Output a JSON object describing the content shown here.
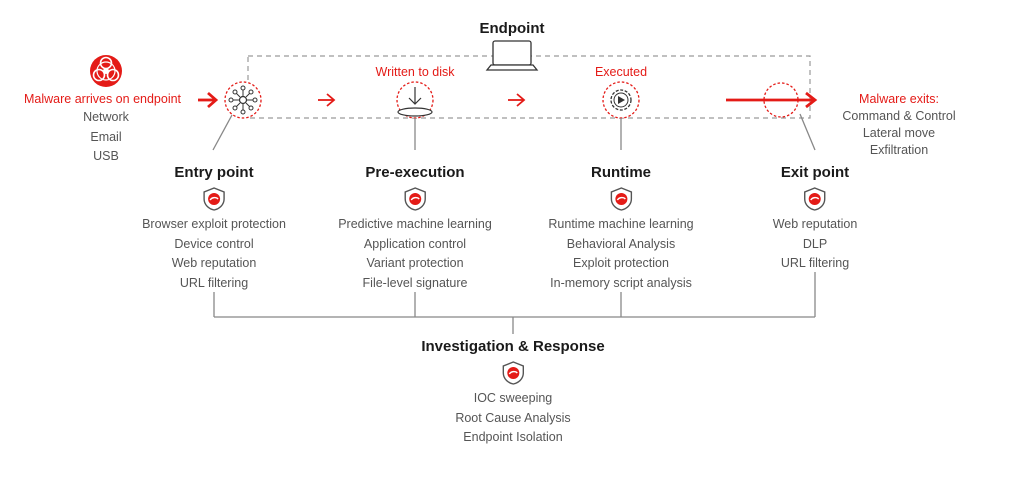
{
  "endpoint_label": "Endpoint",
  "entry": {
    "arrives": "Malware arrives on endpoint",
    "sources": [
      "Network",
      "Email",
      "USB"
    ]
  },
  "written_to_disk": "Written to disk",
  "executed": "Executed",
  "exit": {
    "title": "Malware exits:",
    "items": [
      "Command & Control",
      "Lateral move",
      "Exfiltration"
    ]
  },
  "stages": [
    {
      "title": "Entry point",
      "items": [
        "Browser exploit protection",
        "Device control",
        "Web reputation",
        "URL filtering"
      ]
    },
    {
      "title": "Pre-execution",
      "items": [
        "Predictive machine learning",
        "Application control",
        "Variant protection",
        "File-level signature"
      ]
    },
    {
      "title": "Runtime",
      "items": [
        "Runtime machine learning",
        "Behavioral Analysis",
        "Exploit protection",
        "In-memory script analysis"
      ]
    },
    {
      "title": "Exit point",
      "items": [
        "Web reputation",
        "DLP",
        "URL filtering"
      ]
    }
  ],
  "response": {
    "title": "Investigation & Response",
    "items": [
      "IOC sweeping",
      "Root Cause Analysis",
      "Endpoint Isolation"
    ]
  },
  "colors": {
    "accent": "#e41b17",
    "text": "#555555",
    "heading": "#1a1a1a",
    "line": "#888888"
  },
  "icons": [
    "biohazard-icon",
    "network-hub-icon",
    "disk-download-icon",
    "gear-play-icon",
    "exit-circle-icon",
    "laptop-icon",
    "shield-icon"
  ]
}
